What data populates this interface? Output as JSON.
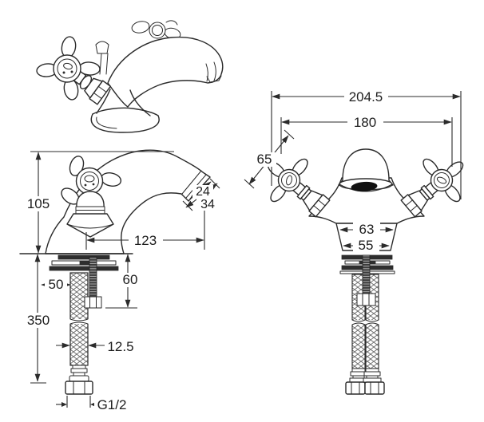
{
  "drawing": {
    "colors": {
      "background": "#ffffff",
      "line": "#2b2b2b",
      "dark_fill": "#2e2e2e"
    },
    "views": {
      "side": {
        "dims": {
          "height": "105",
          "aerator_inner": "24",
          "aerator_outer": "34",
          "spout_reach": "123",
          "plate_width": "50",
          "stud_length": "60",
          "tail_length": "350",
          "tail_diameter": "12.5",
          "thread_size": "G1/2"
        }
      },
      "front": {
        "dims": {
          "overall_width": "204.5",
          "handle_span": "180",
          "handle_length": "65",
          "base_top_width": "63",
          "base_bottom_width": "55"
        }
      }
    }
  }
}
